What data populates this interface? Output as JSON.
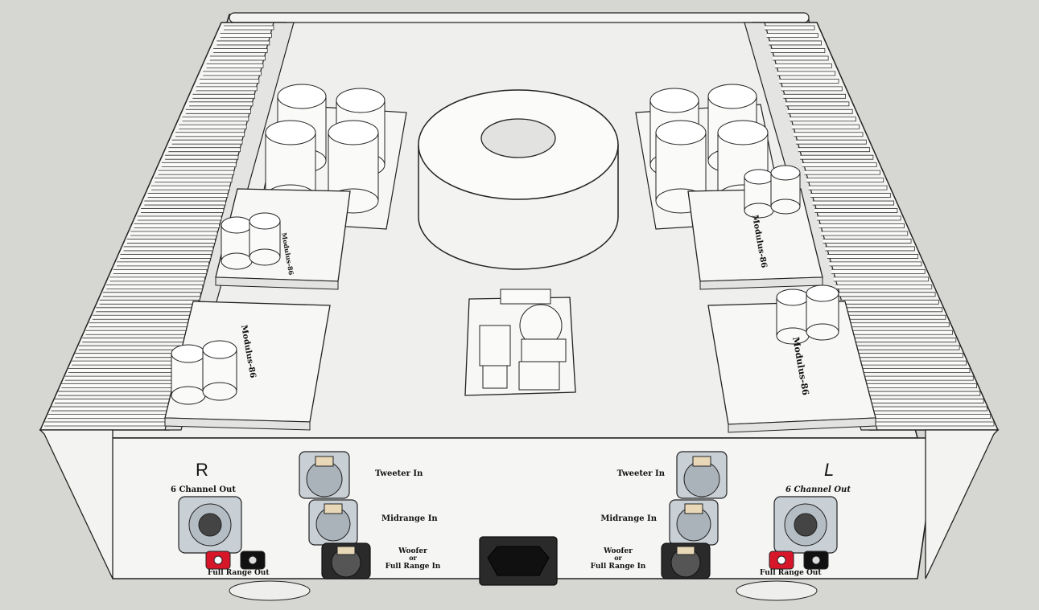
{
  "colors": {
    "background": "#d6d6d2",
    "chassis": "#f2f2f0",
    "edge": "#222222",
    "connector": "#bfc8cf",
    "red_post": "#d8162a",
    "black_post": "#111111"
  },
  "right_channel": {
    "letter": "R",
    "channel_out": "6 Channel Out",
    "full_range_out": "Full Range Out",
    "inputs": {
      "tweeter": "Tweeter In",
      "midrange": "Midrange In",
      "woofer_line1": "Woofer",
      "woofer_line2": "or",
      "woofer_line3": "Full Range In"
    }
  },
  "left_channel": {
    "letter": "L",
    "channel_out": "6 Channel Out",
    "full_range_out": "Full Range Out",
    "inputs": {
      "tweeter": "Tweeter In",
      "midrange": "Midrange In",
      "woofer_line1": "Woofer",
      "woofer_line2": "or",
      "woofer_line3": "Full Range In"
    }
  },
  "modules": {
    "left_upper": "Modulus-86",
    "left_lower": "Modulus-86",
    "right_upper": "Modulus-86",
    "right_lower": "Modulus-86"
  }
}
